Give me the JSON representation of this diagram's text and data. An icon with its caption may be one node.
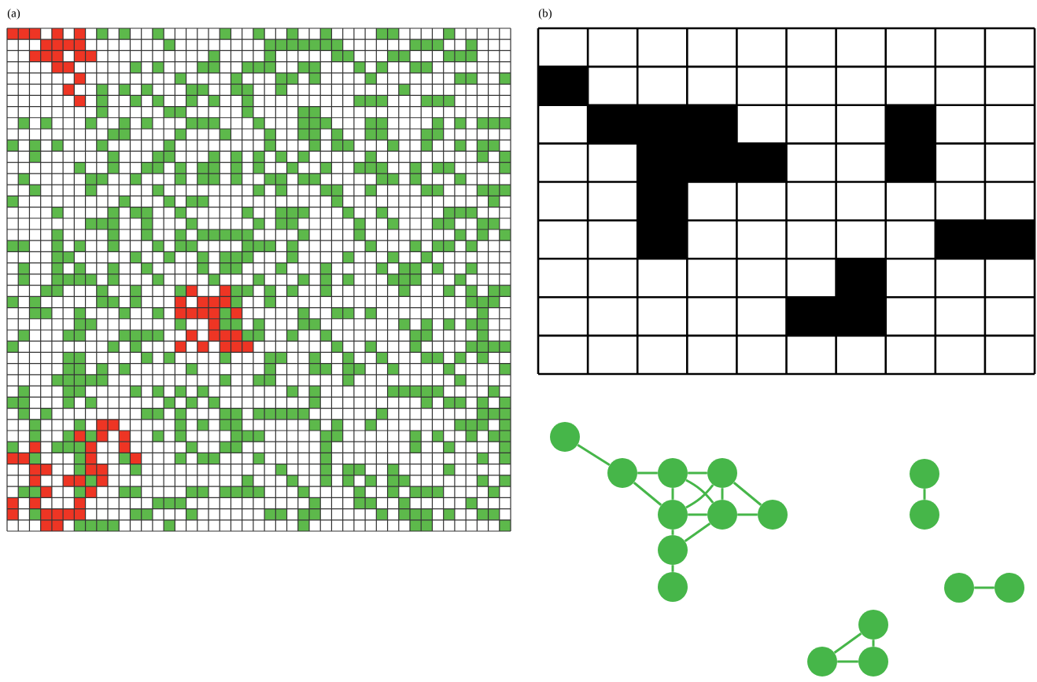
{
  "diagram": {
    "nodes": [
      {
        "text": [],
        "shape": "circle"
      },
      {
        "text": [],
        "shape": "circle"
      },
      {
        "text": [],
        "shape": "circle"
      },
      {
        "text": [],
        "shape": "circle"
      },
      {
        "text": [],
        "shape": "circle"
      },
      {
        "text": [],
        "shape": "circle"
      },
      {
        "text": [],
        "shape": "circle"
      },
      {
        "text": [],
        "shape": "circle"
      },
      {
        "text": [],
        "shape": "circle"
      },
      {
        "text": [],
        "shape": "circle"
      },
      {
        "text": [],
        "shape": "circle"
      },
      {
        "text": [],
        "shape": "circle"
      },
      {
        "text": [],
        "shape": "circle"
      },
      {
        "text": [],
        "shape": "circle"
      },
      {
        "text": [],
        "shape": "circle"
      },
      {
        "text": [],
        "shape": "circle"
      }
    ],
    "edges": [
      {
        "from": 0,
        "to": 1,
        "arrow": "none"
      },
      {
        "from": 1,
        "to": 2,
        "arrow": "none"
      },
      {
        "from": 1,
        "to": 4,
        "arrow": "none"
      },
      {
        "from": 2,
        "to": 3,
        "arrow": "none"
      },
      {
        "from": 2,
        "to": 4,
        "arrow": "none"
      },
      {
        "from": 2,
        "to": 5,
        "arrow": "none"
      },
      {
        "from": 3,
        "to": 4,
        "arrow": "none"
      },
      {
        "from": 3,
        "to": 5,
        "arrow": "none"
      },
      {
        "from": 3,
        "to": 6,
        "arrow": "none"
      },
      {
        "from": 4,
        "to": 5,
        "arrow": "none"
      },
      {
        "from": 5,
        "to": 6,
        "arrow": "none"
      },
      {
        "from": 4,
        "to": 7,
        "arrow": "none"
      },
      {
        "from": 5,
        "to": 7,
        "arrow": "none"
      },
      {
        "from": 7,
        "to": 8,
        "arrow": "none"
      },
      {
        "from": 9,
        "to": 10,
        "arrow": "none"
      },
      {
        "from": 11,
        "to": 12,
        "arrow": "none"
      },
      {
        "from": 13,
        "to": 14,
        "arrow": "none"
      },
      {
        "from": 13,
        "to": 15,
        "arrow": "none"
      },
      {
        "from": 14,
        "to": 15,
        "arrow": "none"
      }
    ],
    "labels": [
      "(a)",
      "(b)"
    ]
  }
}
